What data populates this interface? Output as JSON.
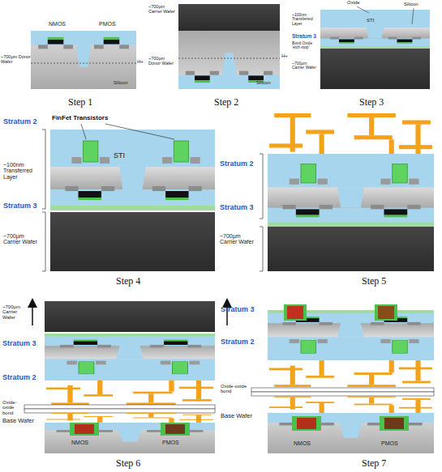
{
  "diagram": {
    "labels": [
      "NMOS",
      "PMOS",
      "~700µm Donor Wafer",
      "H+",
      "Silicon",
      "Step 1",
      "~700µm Carrier Wafer",
      "~700µm Donor Wafer",
      "H+",
      "Silicon",
      "Step 2",
      "Oxide",
      "Silicon",
      "STI",
      "~100nm Transferred Layer",
      "Stratum 3",
      "Bond Oxide 'etch stop'",
      "~700µm Carrier Wafer",
      "Step 3",
      "Stratum 2",
      "FinFet Transistors",
      "STI",
      "~100nm Transferred Layer",
      "Stratum 3",
      "~700µm Carrier Wafer",
      "Step 4",
      "Stratum 2",
      "Stratum 3",
      "~700µm Carrier Wafer",
      "Step 5",
      "~700µm Carrier Wafer",
      "Stratum 3",
      "Stratum 2",
      "Oxide-oxide bond",
      "Base Wafer",
      "NMOS",
      "PMOS",
      "Step 6",
      "Stratum 3",
      "Stratum 2",
      "Oxide-oxide bond",
      "Base Wafer",
      "NMOS",
      "PMOS",
      "Step 7"
    ]
  }
}
